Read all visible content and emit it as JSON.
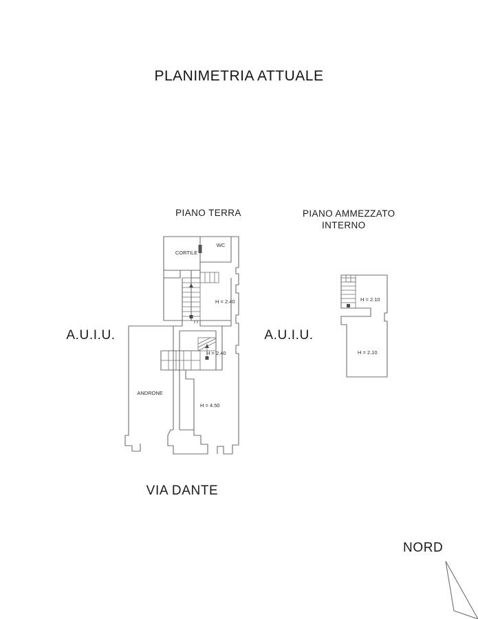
{
  "document": {
    "title": "PLANIMETRIA ATTUALE"
  },
  "sections": {
    "ground_floor": {
      "label": "PIANO TERRA"
    },
    "mezzanine": {
      "label_line1": "PIANO AMMEZZATO",
      "label_line2": "INTERNO"
    }
  },
  "adjacency_labels": {
    "left": "A.U.I.U.",
    "right": "A.U.I.U."
  },
  "street": {
    "label": "VIA DANTE"
  },
  "compass": {
    "label": "NORD"
  },
  "rooms": {
    "cortile": "CORTILE",
    "wc": "WC",
    "androne": "ANDRONE"
  },
  "heights": {
    "ground_upper_stair": "H = 2.40",
    "ground_lower_stair": "H = 2.40",
    "androne_side": "H = 4.50",
    "mezzanine_upper": "H = 2.10",
    "mezzanine_lower": "H = 2.10"
  },
  "colors": {
    "wall_stroke": "#6d6d6d",
    "text": "#1a1a1a",
    "annotation_text": "#2b2b2b",
    "background": "#ffffff"
  }
}
